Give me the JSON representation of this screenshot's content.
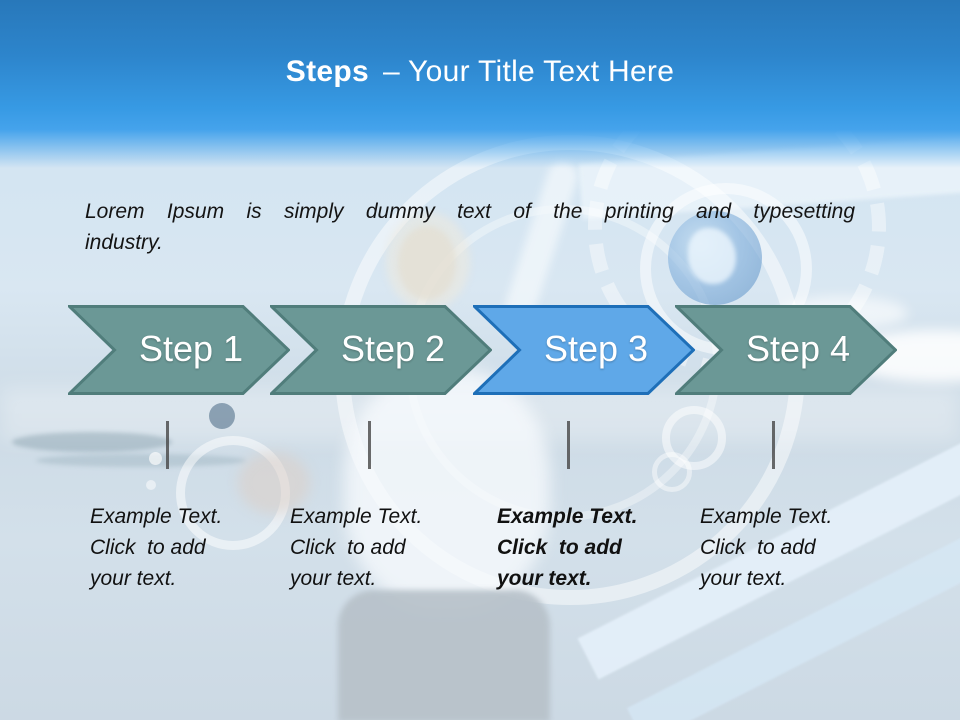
{
  "slide": {
    "header": {
      "title_bold": "Steps",
      "title_rest": "– Your Title Text Here"
    },
    "intro_text": "Lorem Ipsum is simply dummy text of the printing and typesetting industry.",
    "steps": [
      {
        "label": "Step 1",
        "description": "Example Text.\nClick  to add\nyour text.",
        "highlighted": false
      },
      {
        "label": "Step 2",
        "description": "Example Text.\nClick  to add\nyour text.",
        "highlighted": false
      },
      {
        "label": "Step 3",
        "description": "Example Text.\nClick  to add\nyour text.",
        "highlighted": true
      },
      {
        "label": "Step 4",
        "description": "Example Text.\nClick  to add\nyour text.",
        "highlighted": false
      }
    ],
    "colors": {
      "header_top": "#2878BA",
      "header_bottom": "#45A3EC",
      "chevron_fill": "#6B9896",
      "chevron_border": "#507D7B",
      "highlight_fill": "#5FA8E8",
      "highlight_border": "#1E6FB8",
      "connector": "#464646",
      "title_text": "#FFFFFF",
      "body_text": "#141414"
    }
  }
}
